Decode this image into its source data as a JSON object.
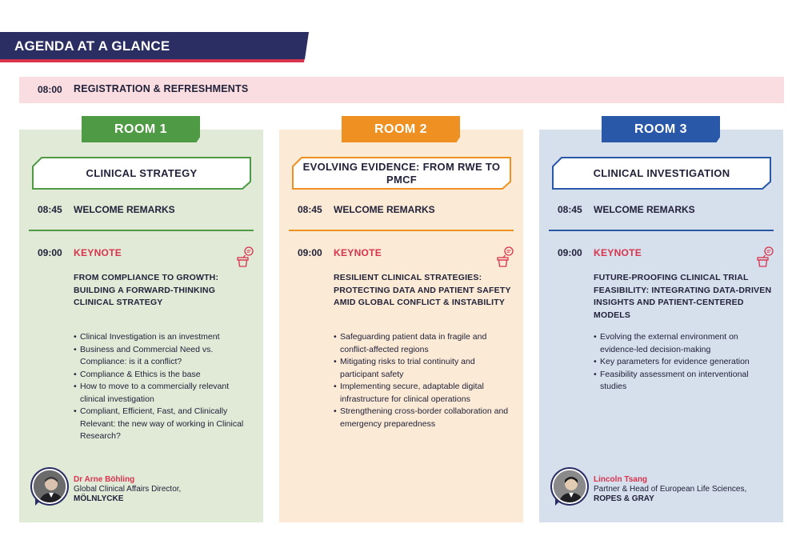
{
  "header": {
    "title": "AGENDA AT A GLANCE"
  },
  "registration": {
    "time": "08:00",
    "label": "REGISTRATION & REFRESHMENTS"
  },
  "colors": {
    "navy": "#2b2e63",
    "red": "#d8344d",
    "room1": "#4f9a44",
    "room2": "#ef9022",
    "room3": "#2a58a8"
  },
  "rooms": [
    {
      "name": "ROOM 1",
      "track": "CLINICAL  STRATEGY",
      "welcome_time": "08:45",
      "welcome_label": "WELCOME REMARKS",
      "keynote_time": "09:00",
      "keynote_label": "KEYNOTE",
      "talk_title": "FROM COMPLIANCE TO GROWTH: BUILDING A FORWARD-THINKING CLINICAL STRATEGY",
      "bullets": [
        "Clinical Investigation is an investment",
        "Business and Commercial Need vs. Compliance: is it a conflict?",
        "Compliance & Ethics is the base",
        "How to move to a commercially relevant clinical investigation",
        "Compliant, Efficient, Fast, and Clinically Relevant: the new way of working in Clinical Research?"
      ],
      "speaker": {
        "name": "Dr Arne Böhling",
        "role": "Global Clinical Affairs Director,",
        "org": "MÖLNLYCKE"
      }
    },
    {
      "name": "ROOM 2",
      "track": "EVOLVING EVIDENCE: FROM RWE TO PMCF",
      "welcome_time": "08:45",
      "welcome_label": "WELCOME REMARKS",
      "keynote_time": "09:00",
      "keynote_label": "KEYNOTE",
      "talk_title": "RESILIENT CLINICAL STRATEGIES: PROTECTING DATA AND PATIENT SAFETY AMID GLOBAL CONFLICT & INSTABILITY",
      "bullets": [
        "Safeguarding patient data in fragile and conflict-affected regions",
        "Mitigating risks to trial continuity and participant safety",
        "Implementing secure, adaptable digital infrastructure for clinical operations",
        "Strengthening cross-border collaboration and emergency preparedness"
      ]
    },
    {
      "name": "ROOM 3",
      "track": "CLINICAL INVESTIGATION",
      "welcome_time": "08:45",
      "welcome_label": "WELCOME REMARKS",
      "keynote_time": "09:00",
      "keynote_label": "KEYNOTE",
      "talk_title": "FUTURE-PROOFING CLINICAL TRIAL FEASIBILITY: INTEGRATING DATA-DRIVEN INSIGHTS AND PATIENT-CENTERED MODELS",
      "bullets": [
        "Evolving the external environment on evidence-led decision-making",
        "Key parameters for evidence generation",
        "Feasibility assessment on interventional studies"
      ],
      "speaker": {
        "name": "Lincoln Tsang",
        "role": "Partner & Head of European Life Sciences,",
        "org": "ROPES & GRAY"
      }
    }
  ]
}
